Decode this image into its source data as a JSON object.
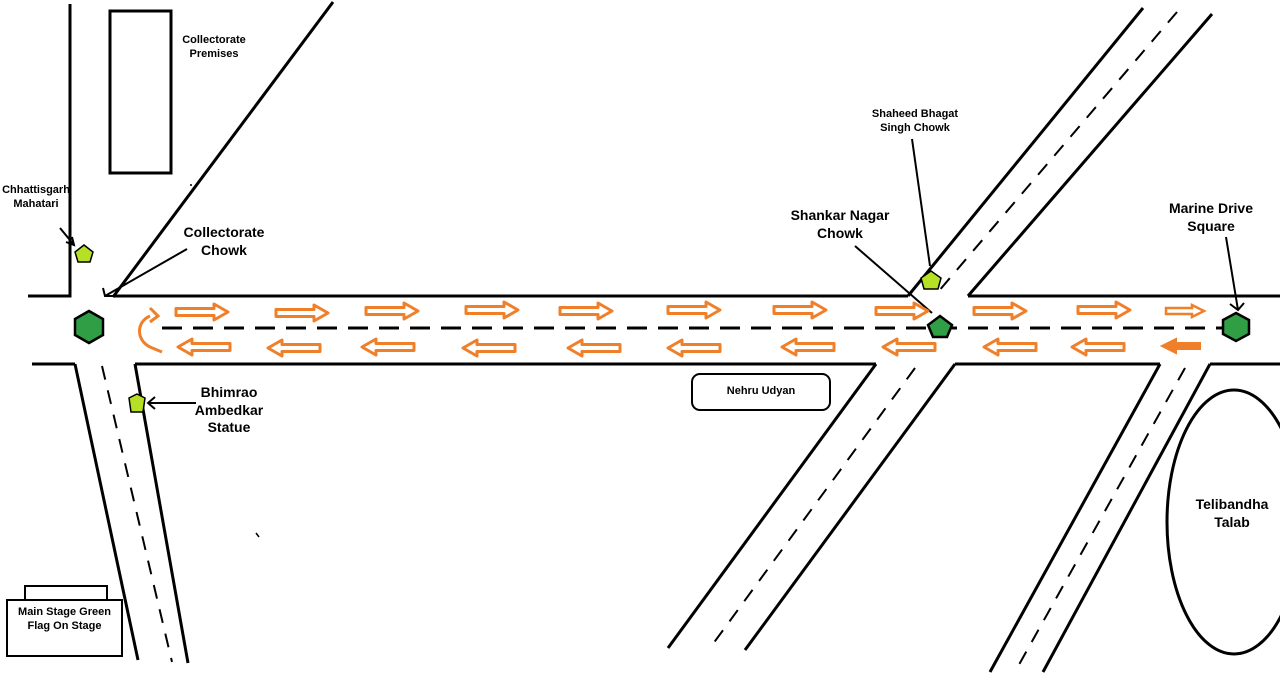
{
  "colors": {
    "road_line": "#000000",
    "arrow": "#f07f2a",
    "junction_marker": "#2f9e44",
    "landmark_marker": "#b6e025"
  },
  "labels": {
    "collectorate_premises": "Collectorate Premises",
    "chhattisgarh_mahatari": "Chhattisgarh Mahatari",
    "collectorate_chowk": "Collectorate Chowk",
    "bhimrao_ambedkar_statue": "Bhimrao Ambedkar Statue",
    "main_stage": "Main Stage Green Flag On Stage",
    "nehru_udyan": "Nehru Udyan",
    "shaheed_bhagat_singh_chowk": "Shaheed Bhagat Singh Chowk",
    "shankar_nagar_chowk": "Shankar Nagar Chowk",
    "marine_drive_square": "Marine Drive Square",
    "telibandha_talab": "Telibandha Talab"
  },
  "markers": {
    "junctions": [
      "Collectorate Chowk",
      "Shankar Nagar Chowk",
      "Marine Drive Square"
    ],
    "landmarks": [
      "Chhattisgarh Mahatari",
      "Bhimrao Ambedkar Statue",
      "Shaheed Bhagat Singh Chowk"
    ]
  }
}
